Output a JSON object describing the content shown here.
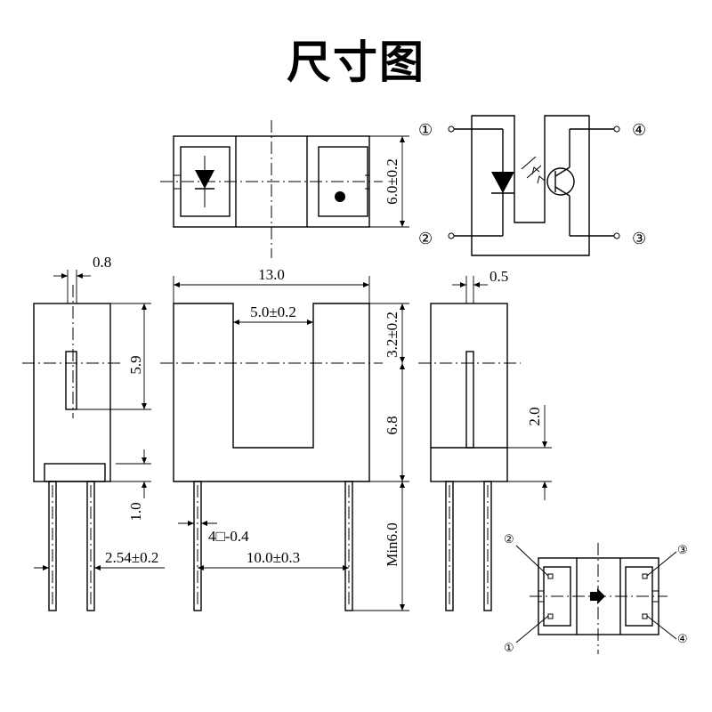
{
  "title": "尺寸图",
  "dimensions": {
    "pin_width": "0.8",
    "body_width": "13.0",
    "slot_width": "5.0±0.2",
    "pin_width_right": "0.5",
    "top_height": "6.0±0.2",
    "slot_top": "3.2±0.2",
    "side_height": "5.9",
    "body_lower": "6.8",
    "side_lower": "2.0",
    "base_height": "1.0",
    "pin_pitch_side": "2.54±0.2",
    "pin_pitch": "10.0±0.3",
    "pin_spec": "4□-0.4",
    "pin_length": "Min6.0"
  },
  "pins": {
    "p1": "①",
    "p2": "②",
    "p3": "③",
    "p4": "④"
  }
}
